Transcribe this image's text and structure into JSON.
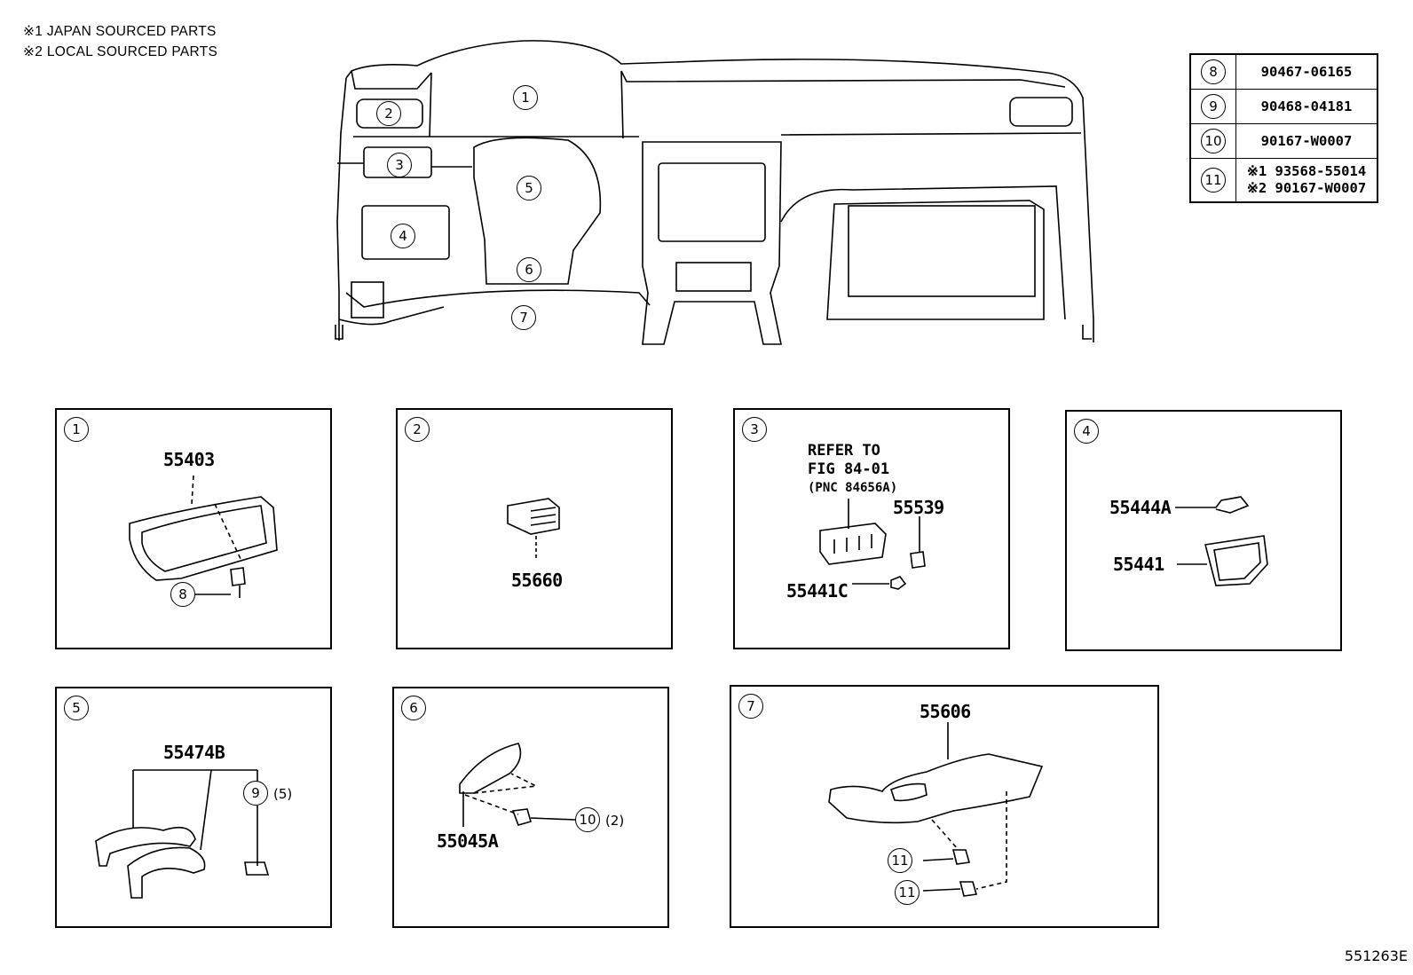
{
  "notes": [
    "※1 JAPAN SOURCED PARTS",
    "※2 LOCAL SOURCED PARTS"
  ],
  "table": [
    {
      "ref": "8",
      "part": "90467-06165"
    },
    {
      "ref": "9",
      "part": "90468-04181"
    },
    {
      "ref": "10",
      "part": "90167-W0007"
    },
    {
      "ref": "11",
      "part_lines": [
        "※1 93568-55014",
        "※2 90167-W0007"
      ]
    }
  ],
  "overview_callouts": [
    "1",
    "2",
    "3",
    "4",
    "5",
    "6",
    "7"
  ],
  "boxes": {
    "b1": {
      "num": "1",
      "part": "55403",
      "fastener_ref": "8"
    },
    "b2": {
      "num": "2",
      "part": "55660"
    },
    "b3": {
      "num": "3",
      "refer_line1": "REFER TO",
      "refer_line2": "FIG 84-01",
      "refer_line3": "(PNC 84656A)",
      "part_a": "55539",
      "part_b": "55441C"
    },
    "b4": {
      "num": "4",
      "part_a": "55444A",
      "part_b": "55441"
    },
    "b5": {
      "num": "5",
      "part": "55474B",
      "fastener_ref": "9",
      "qty": "(5)"
    },
    "b6": {
      "num": "6",
      "part": "55045A",
      "fastener_ref": "10",
      "qty": "(2)"
    },
    "b7": {
      "num": "7",
      "part": "55606",
      "fastener_ref_a": "11",
      "fastener_ref_b": "11"
    }
  },
  "figure_id": "551263E"
}
